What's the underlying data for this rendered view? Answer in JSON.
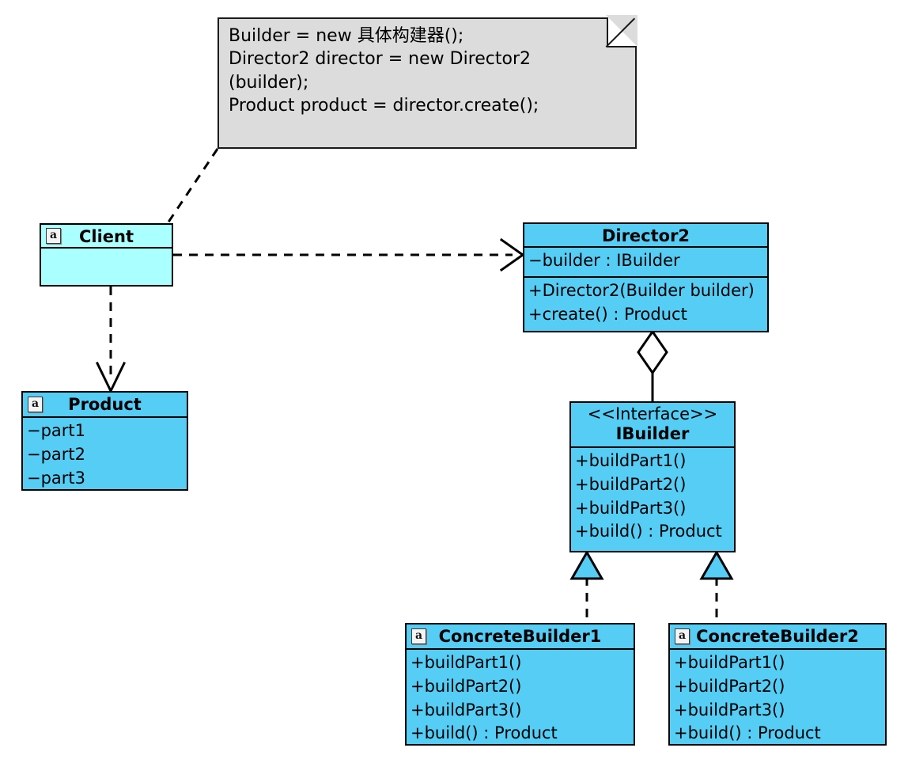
{
  "diagram": {
    "title": "Builder Pattern UML Class Diagram",
    "colors": {
      "class_fill": "#55cdf5",
      "client_fill": "#aaffff",
      "note_fill": "#dcdcdc",
      "stroke": "#000000",
      "page_background": "#ffffff"
    }
  },
  "note": {
    "name": "code-note",
    "lines": [
      "Builder = new 具体构建器();",
      "Director2 director = new Director2",
      "(builder);",
      "Product product = director.create();"
    ]
  },
  "classes": {
    "client": {
      "name": "Client",
      "icon": "a",
      "stereotype": "",
      "attributes": [],
      "operations": []
    },
    "product": {
      "name": "Product",
      "icon": "a",
      "stereotype": "",
      "attributes": [
        "−part1",
        "−part2",
        "−part3"
      ],
      "operations": []
    },
    "director2": {
      "name": "Director2",
      "icon": "",
      "stereotype": "",
      "attributes": [
        "−builder : IBuilder"
      ],
      "operations": [
        "+Director2(Builder builder)",
        "+create() : Product"
      ]
    },
    "ibuilder": {
      "name": "IBuilder",
      "icon": "",
      "stereotype": "<<Interface>>",
      "attributes": [],
      "operations": [
        "+buildPart1()",
        "+buildPart2()",
        "+buildPart3()",
        "+build() : Product"
      ]
    },
    "concrete_builder1": {
      "name": "ConcreteBuilder1",
      "icon": "a",
      "stereotype": "",
      "attributes": [],
      "operations": [
        "+buildPart1()",
        "+buildPart2()",
        "+buildPart3()",
        "+build() : Product"
      ]
    },
    "concrete_builder2": {
      "name": "ConcreteBuilder2",
      "icon": "a",
      "stereotype": "",
      "attributes": [],
      "operations": [
        "+buildPart1()",
        "+buildPart2()",
        "+buildPart3()",
        "+build() : Product"
      ]
    }
  },
  "relations": [
    {
      "name": "note-to-client-anchor",
      "from": "code-note",
      "to": "Client",
      "type": "note-anchor",
      "style": "dashed",
      "arrow": "none"
    },
    {
      "name": "client-uses-director2",
      "from": "Client",
      "to": "Director2",
      "type": "dependency",
      "style": "dashed",
      "arrow": "open"
    },
    {
      "name": "client-uses-product",
      "from": "Client",
      "to": "Product",
      "type": "dependency",
      "style": "dashed",
      "arrow": "open"
    },
    {
      "name": "director2-aggregates-ibuilder",
      "from": "Director2",
      "to": "IBuilder",
      "type": "aggregation",
      "style": "solid",
      "arrow": "hollow-diamond"
    },
    {
      "name": "concretebuilder1-realizes-ibuilder",
      "from": "ConcreteBuilder1",
      "to": "IBuilder",
      "type": "realization",
      "style": "dashed",
      "arrow": "closed-triangle"
    },
    {
      "name": "concretebuilder2-realizes-ibuilder",
      "from": "ConcreteBuilder2",
      "to": "IBuilder",
      "type": "realization",
      "style": "dashed",
      "arrow": "closed-triangle"
    }
  ]
}
